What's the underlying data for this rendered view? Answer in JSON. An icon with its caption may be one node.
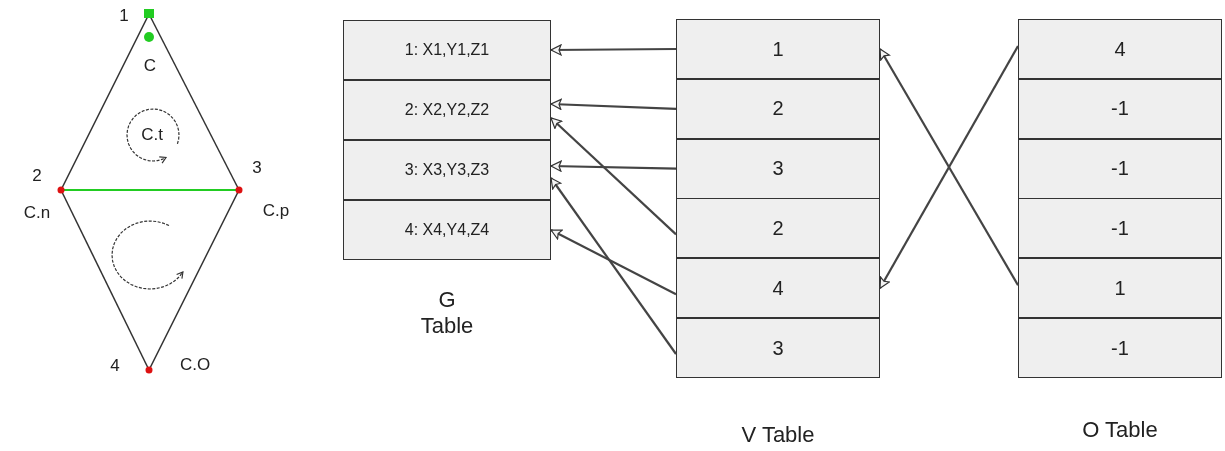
{
  "diagram": {
    "nodes": [
      {
        "text": [
          "1: X1,Y1,Z1"
        ]
      },
      {
        "text": [
          "2: X2,Y2,Z2"
        ]
      },
      {
        "text": [
          "3: X3,Y3,Z3"
        ]
      },
      {
        "text": [
          "4: X4,Y4,Z4"
        ]
      },
      {
        "text": [
          "1"
        ]
      },
      {
        "text": [
          "2"
        ]
      },
      {
        "text": [
          "3"
        ]
      },
      {
        "text": [
          "2"
        ]
      },
      {
        "text": [
          "4"
        ]
      },
      {
        "text": [
          "3"
        ]
      },
      {
        "text": [
          "4"
        ]
      },
      {
        "text": [
          "-1"
        ]
      },
      {
        "text": [
          "-1"
        ]
      },
      {
        "text": [
          "-1"
        ]
      },
      {
        "text": [
          "1"
        ]
      },
      {
        "text": [
          "-1"
        ]
      }
    ],
    "edges": [
      {
        "from": 4,
        "to": 0,
        "arrow": "to"
      },
      {
        "from": 5,
        "to": 1,
        "arrow": "to"
      },
      {
        "from": 6,
        "to": 2,
        "arrow": "to"
      },
      {
        "from": 7,
        "to": 1,
        "arrow": "to"
      },
      {
        "from": 8,
        "to": 3,
        "arrow": "to"
      },
      {
        "from": 9,
        "to": 2,
        "arrow": "to"
      },
      {
        "from": 10,
        "to": 8,
        "arrow": "to"
      },
      {
        "from": 14,
        "to": 4,
        "arrow": "to"
      }
    ],
    "labels": [
      "1",
      "C",
      "C.t",
      "2",
      "C.n",
      "3",
      "C.p",
      "4",
      "C.O",
      "G Table",
      "V Table",
      "O Table"
    ]
  }
}
